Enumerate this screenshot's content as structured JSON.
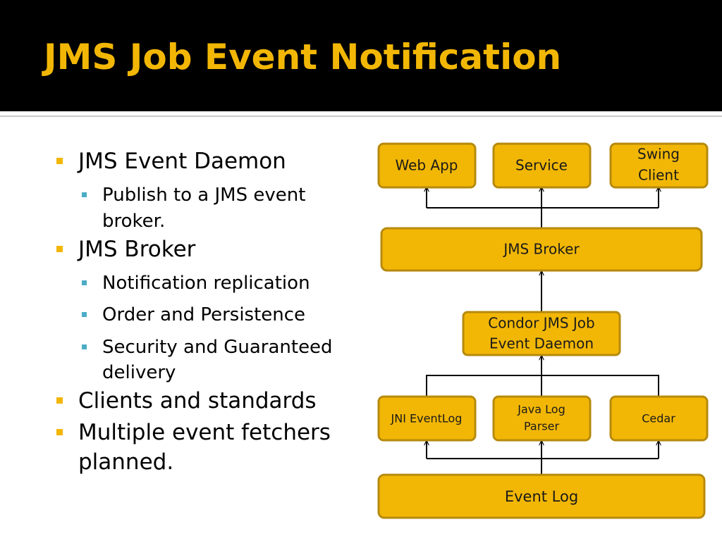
{
  "slide": {
    "title": "JMS Job Event Notification",
    "colors": {
      "title_background": "#000000",
      "title_text": "#f2b705",
      "box_fill": "#f2b705",
      "box_border": "#b78a0d",
      "level1_bullet": "#f2b705",
      "level2_bullet": "#4bacc6"
    }
  },
  "bullets": [
    {
      "text": "JMS Event Daemon",
      "children": [
        "Publish to a JMS event",
        "broker."
      ]
    },
    {
      "text": "JMS Broker",
      "children": [
        "Notification replication",
        "Order and Persistence",
        "Security and Guaranteed",
        "delivery"
      ]
    },
    {
      "text": "Clients and standards"
    },
    {
      "text": "Multiple event fetchers",
      "continuation": "planned."
    }
  ],
  "diagram": {
    "nodes": {
      "web_app": {
        "lines": [
          "Web App"
        ]
      },
      "service": {
        "lines": [
          "Service"
        ]
      },
      "swing_client": {
        "lines": [
          "Swing",
          "Client"
        ]
      },
      "jms_broker": {
        "lines": [
          "JMS Broker"
        ]
      },
      "condor_daemon": {
        "lines": [
          "Condor JMS Job",
          "Event  Daemon"
        ]
      },
      "jni_eventlog": {
        "lines": [
          "JNI EventLog"
        ]
      },
      "java_log_parser": {
        "lines": [
          "Java Log",
          "Parser"
        ]
      },
      "cedar": {
        "lines": [
          "Cedar"
        ]
      },
      "event_log": {
        "lines": [
          "Event Log"
        ]
      }
    },
    "edges": [
      {
        "from": "jms_broker",
        "to": "web_app"
      },
      {
        "from": "jms_broker",
        "to": "service"
      },
      {
        "from": "jms_broker",
        "to": "swing_client"
      },
      {
        "from": "condor_daemon",
        "to": "jms_broker"
      },
      {
        "from": "jni_eventlog",
        "to": "condor_daemon"
      },
      {
        "from": "java_log_parser",
        "to": "condor_daemon"
      },
      {
        "from": "cedar",
        "to": "condor_daemon"
      },
      {
        "from": "event_log",
        "to": "jni_eventlog"
      },
      {
        "from": "event_log",
        "to": "java_log_parser"
      },
      {
        "from": "event_log",
        "to": "cedar"
      }
    ]
  }
}
